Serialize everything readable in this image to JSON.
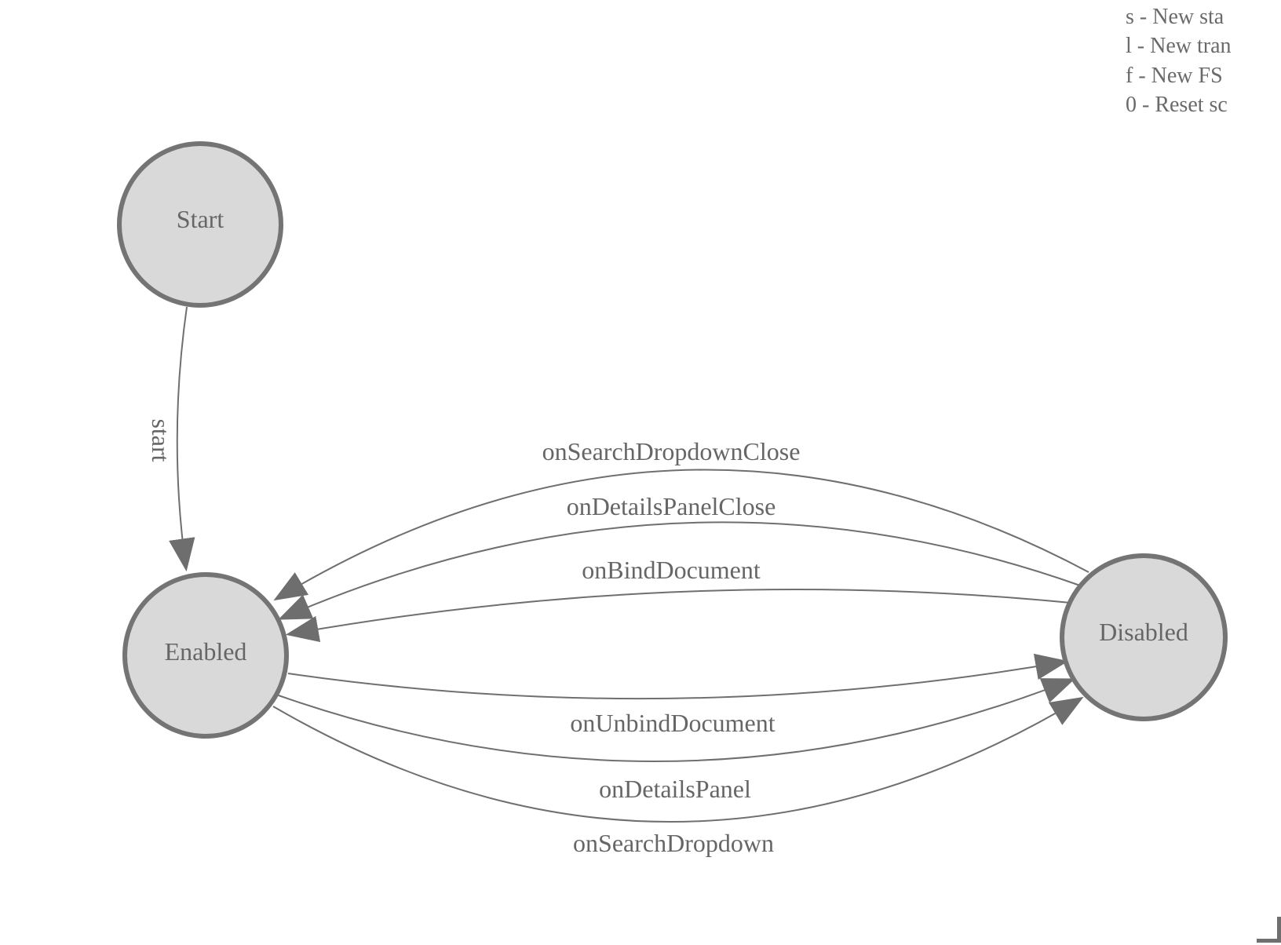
{
  "legend": {
    "items": [
      {
        "label": "s - New sta"
      },
      {
        "label": "l - New tran"
      },
      {
        "label": "f - New FS"
      },
      {
        "label": "0 - Reset sc"
      }
    ]
  },
  "states": {
    "start": {
      "label": "Start"
    },
    "enabled": {
      "label": "Enabled"
    },
    "disabled": {
      "label": "Disabled"
    }
  },
  "transitions": {
    "start": {
      "label": "start",
      "from": "Start",
      "to": "Enabled"
    },
    "onSearchDropdownClose": {
      "label": "onSearchDropdownClose",
      "from": "Disabled",
      "to": "Enabled"
    },
    "onDetailsPanelClose": {
      "label": "onDetailsPanelClose",
      "from": "Disabled",
      "to": "Enabled"
    },
    "onBindDocument": {
      "label": "onBindDocument",
      "from": "Disabled",
      "to": "Enabled"
    },
    "onUnbindDocument": {
      "label": "onUnbindDocument",
      "from": "Enabled",
      "to": "Disabled"
    },
    "onDetailsPanel": {
      "label": "onDetailsPanel",
      "from": "Enabled",
      "to": "Disabled"
    },
    "onSearchDropdown": {
      "label": "onSearchDropdown",
      "from": "Enabled",
      "to": "Disabled"
    }
  },
  "colors": {
    "background": "#ffffff",
    "node_fill": "#d9d9d9",
    "node_stroke": "#747474",
    "edge_stroke": "#6f6f6f",
    "arrowhead": "#6e6e6e",
    "label_text": "#666666",
    "legend_text": "#6a6a6a"
  }
}
